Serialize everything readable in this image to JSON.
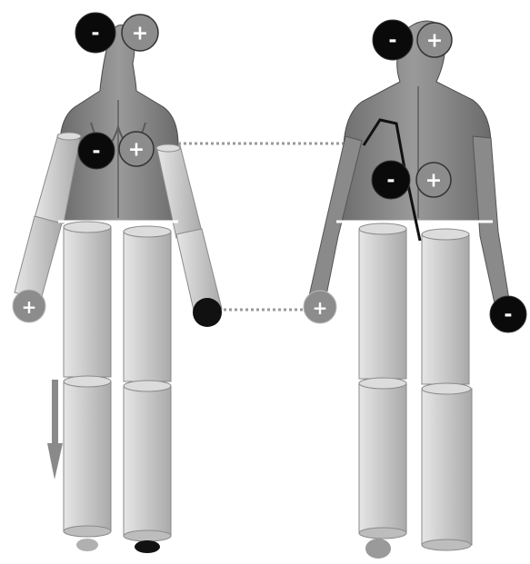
{
  "colors": {
    "background": "#ffffff",
    "anatomy": "#7a7a7a",
    "anatomy_dark": "#5a5a5a",
    "cylinder": "#cfcfcf",
    "cylinder_edge": "#8a8a8a",
    "electrode_negative": "#0a0a0a",
    "electrode_positive": "#8c8c8c",
    "connector": "#9a9a9a",
    "arrow": "#8a8a8a"
  },
  "views": {
    "front": {
      "name": "front"
    },
    "back": {
      "name": "back"
    }
  },
  "electrodes": {
    "front_head_negative": {
      "sign": "-",
      "polarity": "negative"
    },
    "front_head_positive": {
      "sign": "+",
      "polarity": "positive"
    },
    "front_chest_negative": {
      "sign": "-",
      "polarity": "negative"
    },
    "front_chest_positive": {
      "sign": "+",
      "polarity": "positive"
    },
    "front_left_hand_positive": {
      "sign": "+",
      "polarity": "positive"
    },
    "back_head_negative": {
      "sign": "-",
      "polarity": "negative"
    },
    "back_head_positive": {
      "sign": "+",
      "polarity": "positive"
    },
    "back_mid_negative": {
      "sign": "-",
      "polarity": "negative"
    },
    "back_mid_positive": {
      "sign": "+",
      "polarity": "positive"
    },
    "back_left_hand_positive": {
      "sign": "+",
      "polarity": "positive"
    },
    "back_right_hand_negative": {
      "sign": "-",
      "polarity": "negative"
    }
  },
  "icons": {
    "direction_arrow": "arrow-down-icon"
  }
}
